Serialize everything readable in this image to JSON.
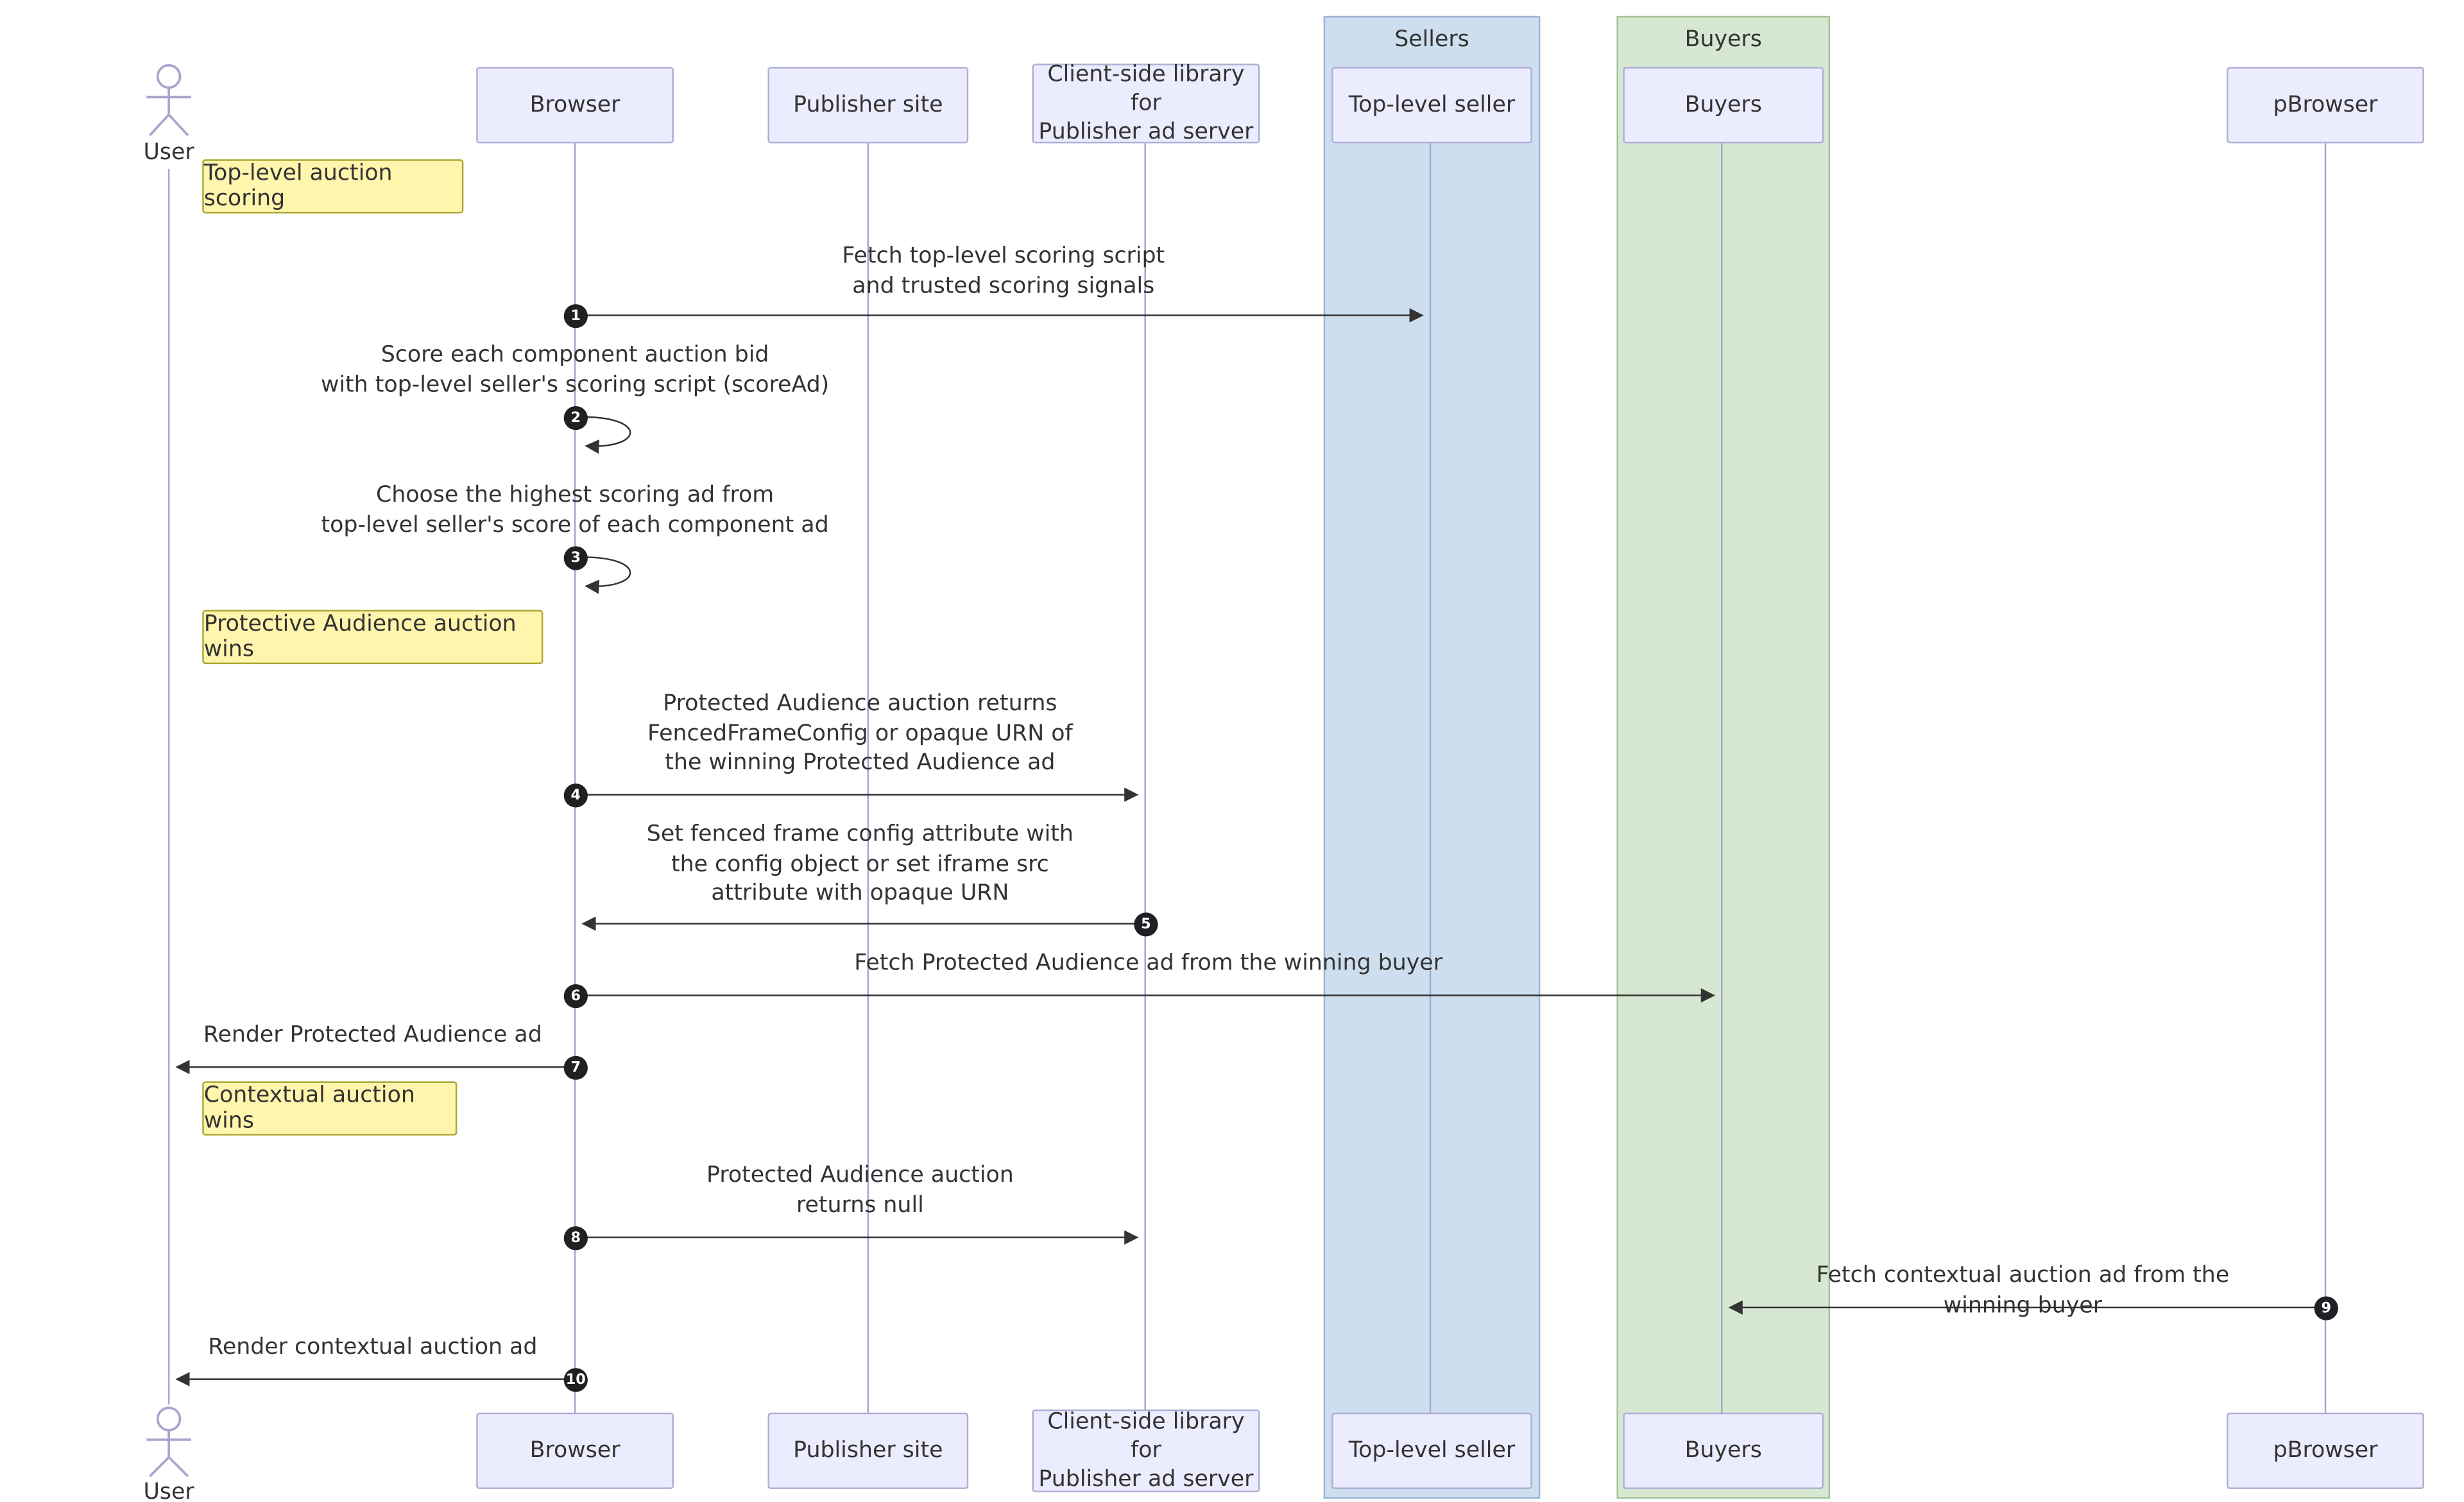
{
  "groups": [
    {
      "label": "Sellers"
    },
    {
      "label": "Buyers"
    }
  ],
  "actors": {
    "user": "User",
    "browser": "Browser",
    "publisher": "Publisher site",
    "clientlib": "Client-side library for\nPublisher ad server",
    "seller": "Top-level seller",
    "buyers": "Buyers",
    "pbrowser": "pBrowser"
  },
  "notes": [
    {
      "text": "Top-level auction scoring"
    },
    {
      "text": "Protective Audience auction wins"
    },
    {
      "text": "Contextual auction wins"
    }
  ],
  "messages": [
    {
      "num": "1",
      "text": "Fetch top-level scoring script\nand trusted scoring signals"
    },
    {
      "num": "2",
      "text": "Score each component auction bid\nwith top-level seller's scoring script (scoreAd)"
    },
    {
      "num": "3",
      "text": "Choose the highest scoring ad from\ntop-level seller's score of each component ad"
    },
    {
      "num": "4",
      "text": "Protected Audience auction returns\nFencedFrameConfig or opaque URN of\nthe winning Protected Audience ad"
    },
    {
      "num": "5",
      "text": "Set fenced frame config attribute with\nthe config object or set iframe src\nattribute with opaque URN"
    },
    {
      "num": "6",
      "text": "Fetch Protected Audience ad from the winning buyer"
    },
    {
      "num": "7",
      "text": "Render Protected Audience ad"
    },
    {
      "num": "8",
      "text": "Protected Audience auction\nreturns null"
    },
    {
      "num": "9",
      "text": "Fetch contextual auction ad from the winning buyer"
    },
    {
      "num": "10",
      "text": "Render contextual auction ad"
    }
  ],
  "colors": {
    "participant_fill": "#ECECFF",
    "participant_border": "#aeaed6",
    "sellers_group_fill": "#cddfef",
    "buyers_group_fill": "#d7e8d2",
    "note_fill": "#fff5ad",
    "note_border": "#a9a933",
    "lifeline": "#A6A6CE",
    "arrow": "#333333",
    "badge_fill": "#1f2023"
  }
}
